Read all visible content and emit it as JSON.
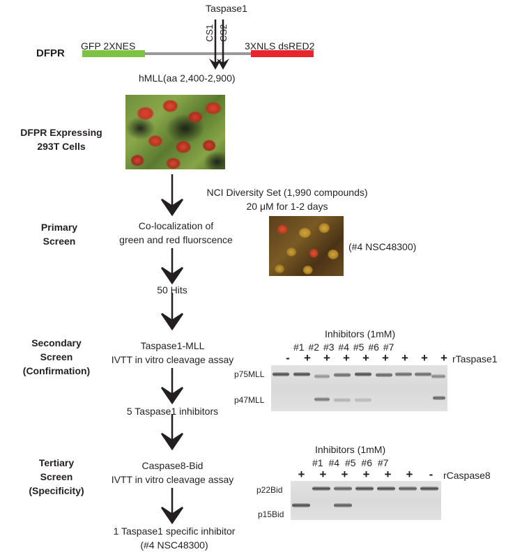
{
  "construct": {
    "label": "DFPR",
    "enzyme": "Taspase1",
    "left_tag": "GFP 2XNES",
    "right_tag": "3XNLS dsRED2",
    "cs1": "CS1",
    "cs2": "CS2",
    "region": "hMLL(aa 2,400-2,900)"
  },
  "cells_label": [
    "DFPR Expressing",
    "293T Cells"
  ],
  "treatment": [
    "NCI Diversity Set (1,990 compounds)",
    "20 μM for 1-2 days"
  ],
  "primary": {
    "stage": [
      "Primary",
      "Screen"
    ],
    "text": [
      "Co-localization of",
      "green and red fluorscence"
    ],
    "image_caption": "(#4 NSC48300)"
  },
  "hits": "50 Hits",
  "secondary": {
    "stage": [
      "Secondary",
      "Screen",
      "(Confirmation)"
    ],
    "text": [
      "Taspase1-MLL",
      "IVTT in vitro cleavage assay"
    ],
    "result": "5 Taspase1 inhibitors",
    "gel": {
      "title": "Inhibitors (1mM)",
      "lane_numbers": [
        "#1",
        "#2",
        "#3",
        "#4",
        "#5",
        "#6",
        "#7"
      ],
      "lane_signs": [
        "-",
        "+",
        "+",
        "+",
        "+",
        "+",
        "+",
        "+",
        "+"
      ],
      "enzyme_label": "rTaspase1",
      "band_top": "p75MLL",
      "band_bottom": "p47MLL"
    }
  },
  "tertiary": {
    "stage": [
      "Tertiary",
      "Screen",
      "(Specificity)"
    ],
    "text": [
      "Caspase8-Bid",
      "IVTT in vitro cleavage assay"
    ],
    "result": [
      "1 Taspase1 specific inhibitor",
      "(#4 NSC48300)"
    ],
    "gel": {
      "title": "Inhibitors (1mM)",
      "lane_numbers": [
        "#1",
        "#4",
        "#5",
        "#6",
        "#7"
      ],
      "lane_signs": [
        "+",
        "+",
        "+",
        "+",
        "+",
        "+",
        "-"
      ],
      "enzyme_label": "rCaspase8",
      "band_top": "p22Bid",
      "band_bottom": "p15Bid"
    }
  },
  "colors": {
    "gfp_bar": "#7dc242",
    "dsred_bar": "#e8242c",
    "linker": "#9a9a9a",
    "arrow": "#231f20"
  }
}
